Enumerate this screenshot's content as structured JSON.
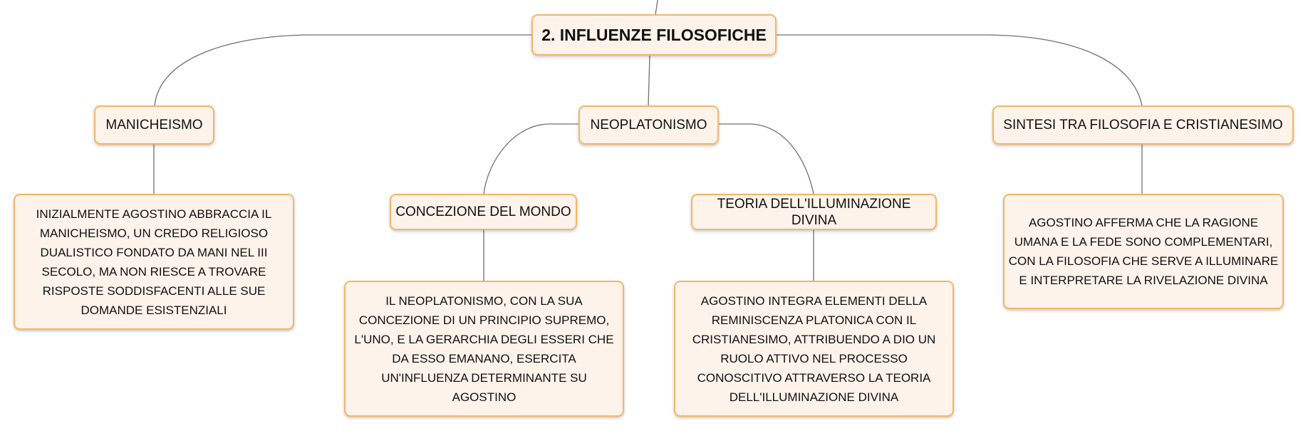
{
  "colors": {
    "node_fill": "#fdf3ea",
    "node_border": "#f5b565",
    "connector": "#6f6f6f",
    "text": "#111111"
  },
  "root": {
    "label": "2. INFLUENZE FILOSOFICHE"
  },
  "branches": [
    {
      "label": "MANICHEISMO",
      "description": "INIZIALMENTE AGOSTINO ABBRACCIA IL MANICHEISMO, UN CREDO RELIGIOSO DUALISTICO FONDATO DA MANI NEL III SECOLO, MA NON RIESCE A TROVARE RISPOSTE SODDISFACENTI ALLE SUE DOMANDE ESISTENZIALI"
    },
    {
      "label": "NEOPLATONISMO",
      "children": [
        {
          "label": "CONCEZIONE DEL MONDO",
          "description": "IL NEOPLATONISMO, CON LA SUA CONCEZIONE DI UN PRINCIPIO SUPREMO, L'UNO, E LA GERARCHIA DEGLI ESSERI CHE DA ESSO EMANANO, ESERCITA UN'INFLUENZA DETERMINANTE SU AGOSTINO"
        },
        {
          "label": "TEORIA DELL'ILLUMINAZIONE DIVINA",
          "description": "AGOSTINO INTEGRA ELEMENTI DELLA REMINISCENZA PLATONICA CON IL CRISTIANESIMO, ATTRIBUENDO A DIO UN RUOLO ATTIVO NEL PROCESSO CONOSCITIVO ATTRAVERSO LA TEORIA DELL'ILLUMINAZIONE DIVINA"
        }
      ]
    },
    {
      "label": "SINTESI TRA FILOSOFIA E CRISTIANESIMO",
      "description": "AGOSTINO AFFERMA CHE LA RAGIONE UMANA E LA FEDE SONO COMPLEMENTARI, CON LA FILOSOFIA CHE SERVE A ILLUMINARE E INTERPRETARE LA RIVELAZIONE DIVINA"
    }
  ]
}
